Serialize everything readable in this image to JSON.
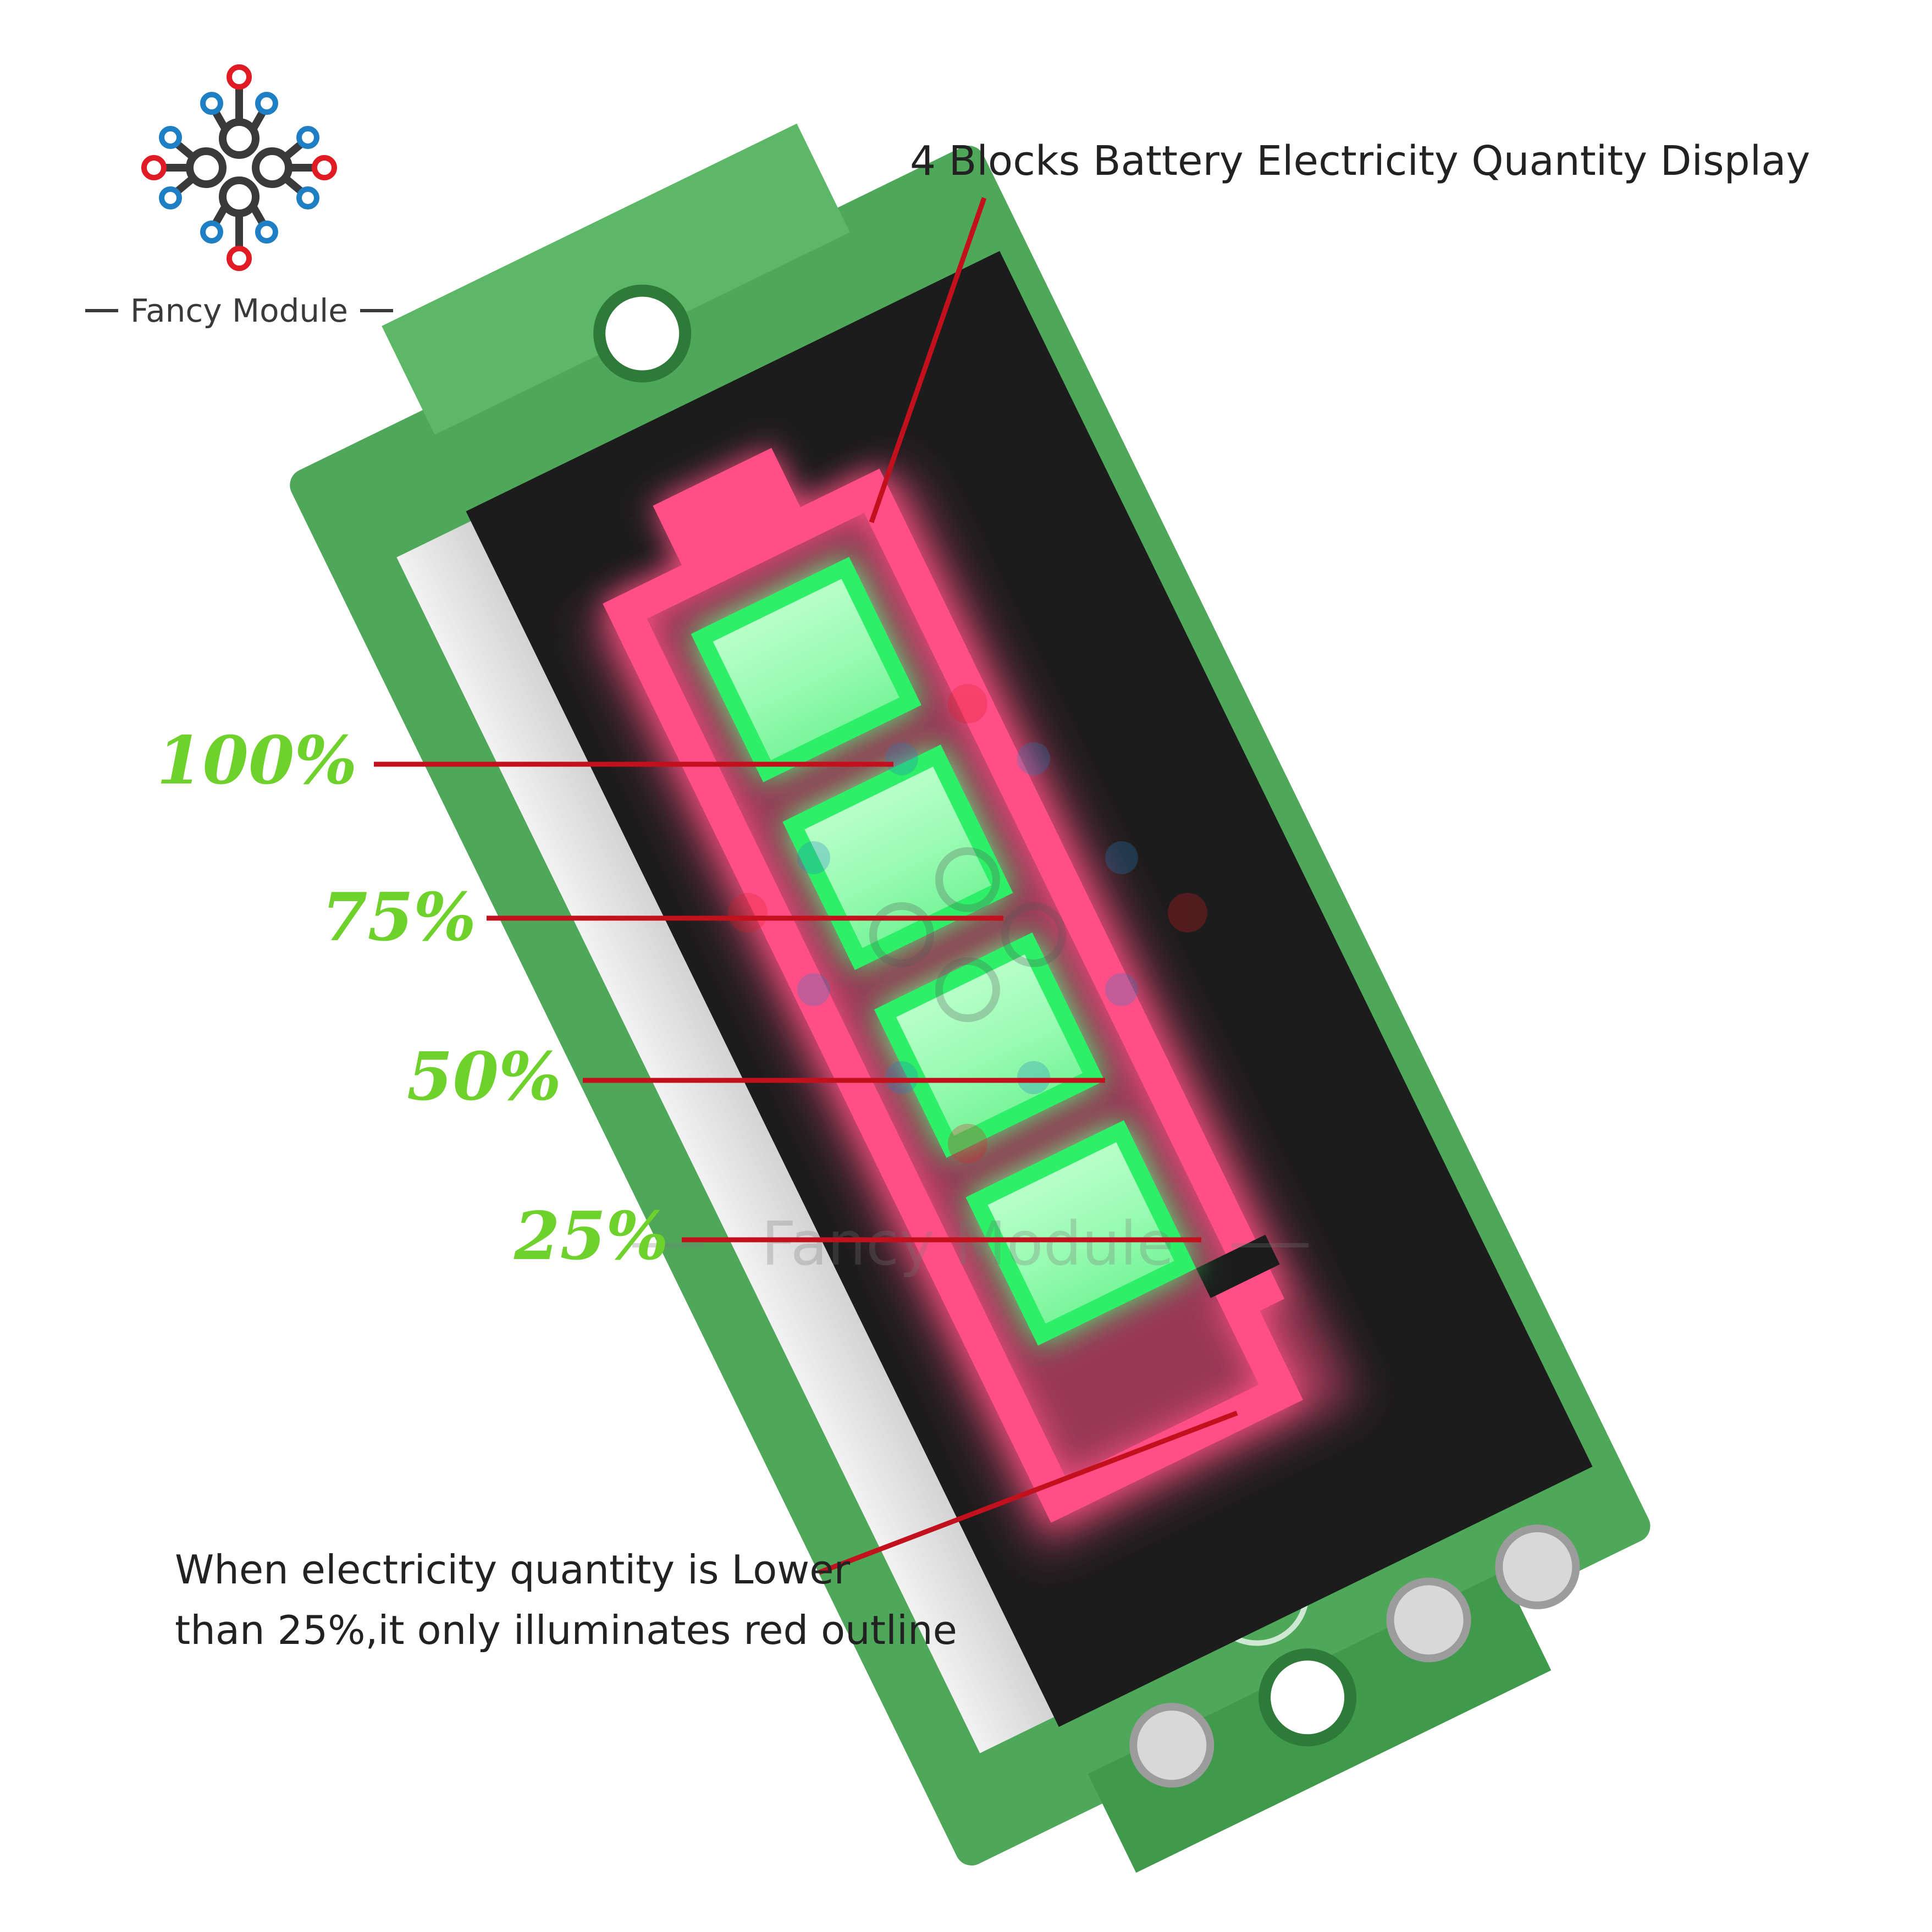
{
  "brand": {
    "name": "Fancy Module",
    "watermark": "Fancy Module",
    "colors": {
      "red": "#e01b24",
      "blue": "#1f7fc4",
      "dark": "#3a3a3a"
    }
  },
  "callouts": {
    "title": "4 Blocks Battery Electricity Quantity Display",
    "low_line1": "When electricity quantity is Lower",
    "low_line2": "than 25%,it only illuminates red outline"
  },
  "levels": [
    {
      "label": "100%"
    },
    {
      "label": "75%"
    },
    {
      "label": "50%"
    },
    {
      "label": "25%"
    }
  ],
  "colors": {
    "label_green": "#6fd12b",
    "leader_red": "#c2101c",
    "pcb_green": "#4fa85a",
    "display_black": "#1c1c1c",
    "outline_pink": "#ff4f86",
    "segment_green": "#2ef068",
    "segment_glow": "#9dfbb5"
  }
}
